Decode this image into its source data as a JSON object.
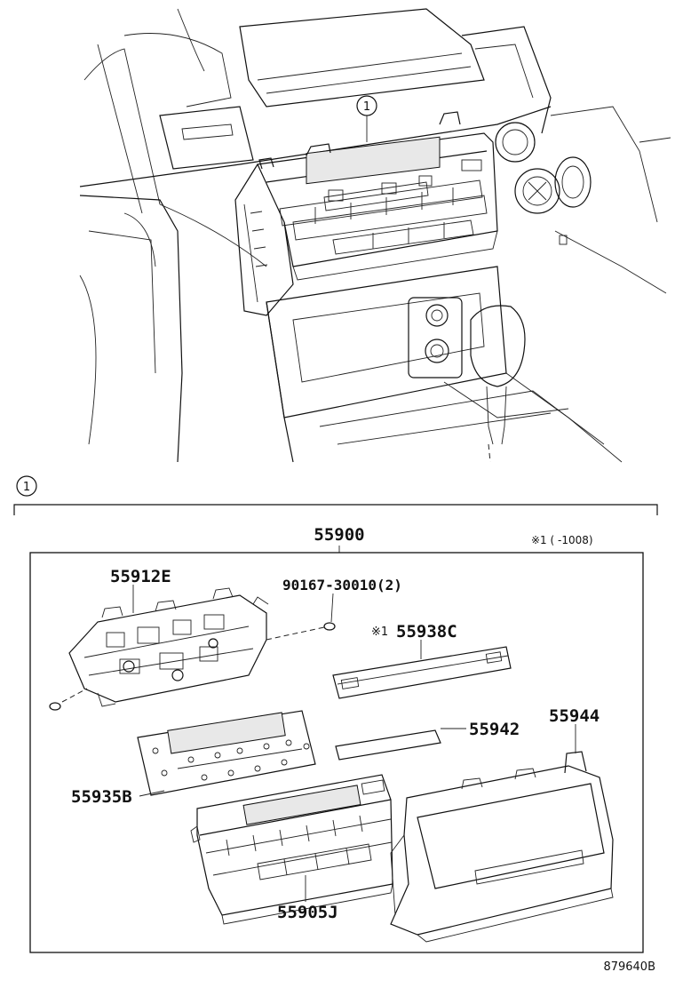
{
  "callout": {
    "number": "1"
  },
  "section": {
    "callout_number": "1",
    "assembly_number": "55900",
    "note": "※1 (  -1008)"
  },
  "parts": {
    "bracket": "55912E",
    "screw": "90167-30010(2)",
    "cover": "55938C",
    "cover_marker": "※1",
    "plate": "55942",
    "bezel": "55944",
    "circuit_board": "55935B",
    "control_panel": "55905J"
  },
  "illustration_id": "879640B"
}
